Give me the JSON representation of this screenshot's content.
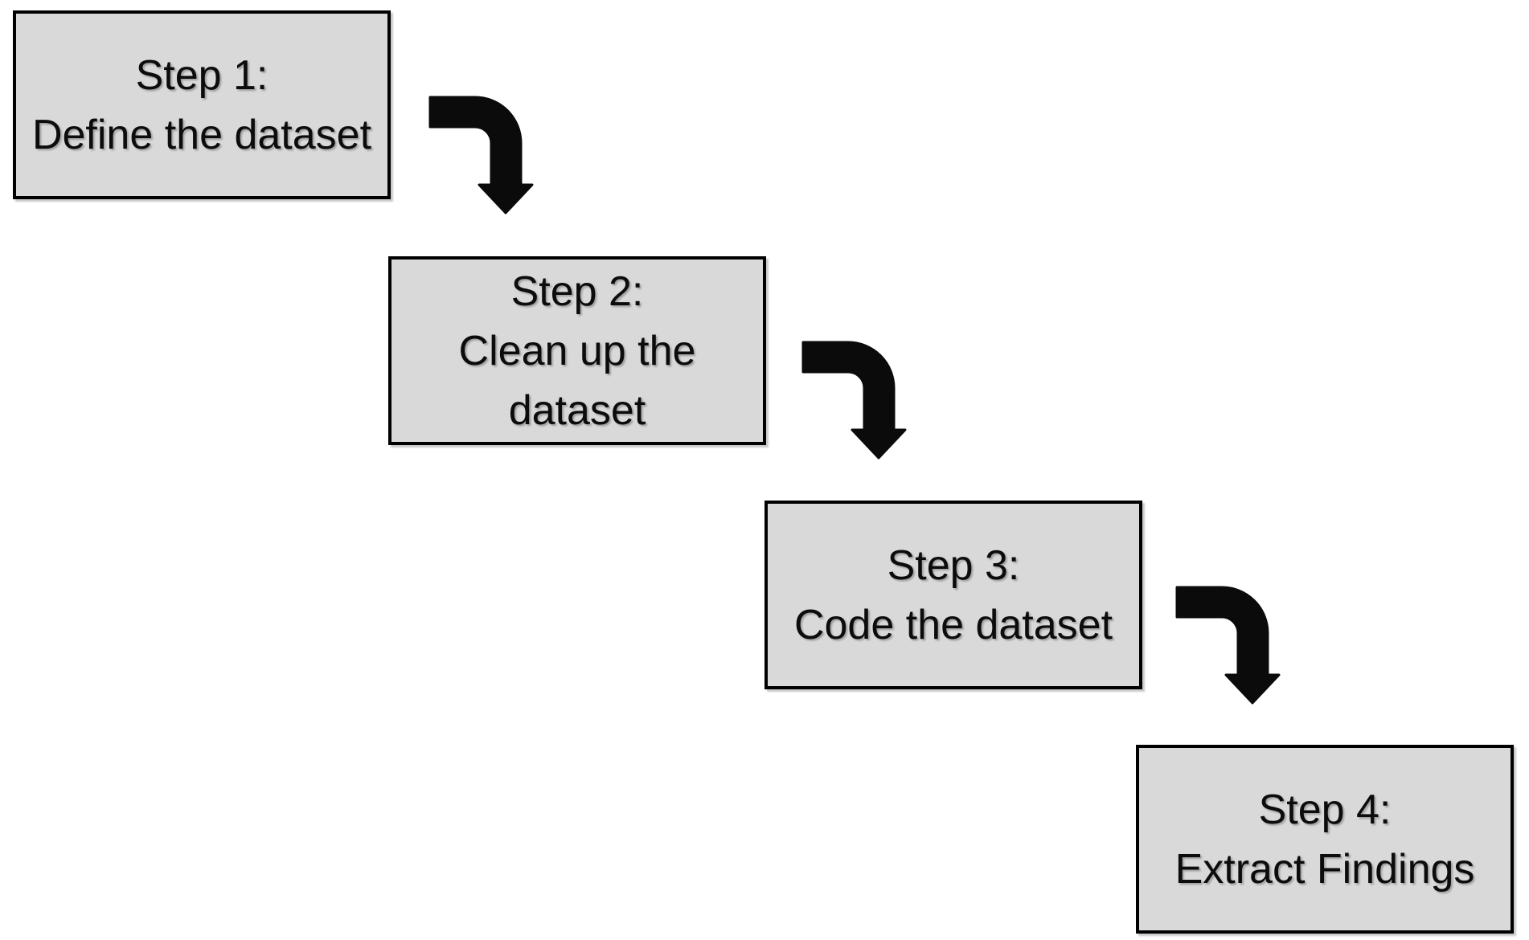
{
  "colors": {
    "background": "#ffffff",
    "box_fill": "#d9d9d9",
    "box_border": "#000000",
    "arrow_color": "#0b0b0b",
    "text_color": "#0c0c0c"
  },
  "steps": [
    {
      "name": "Step 1",
      "lines": [
        "Step 1:",
        "Define the dataset"
      ]
    },
    {
      "name": "Step 2",
      "lines": [
        "Step 2:",
        "Clean up the",
        "dataset"
      ]
    },
    {
      "name": "Step 3",
      "lines": [
        "Step 3:",
        "Code the dataset"
      ]
    },
    {
      "name": "Step 4",
      "lines": [
        "Step 4:",
        "Extract Findings"
      ]
    }
  ],
  "connectors": [
    {
      "from": "Step 1",
      "to": "Step 2",
      "shape": "elbow-arrow-down"
    },
    {
      "from": "Step 2",
      "to": "Step 3",
      "shape": "elbow-arrow-down"
    },
    {
      "from": "Step 3",
      "to": "Step 4",
      "shape": "elbow-arrow-down"
    }
  ]
}
